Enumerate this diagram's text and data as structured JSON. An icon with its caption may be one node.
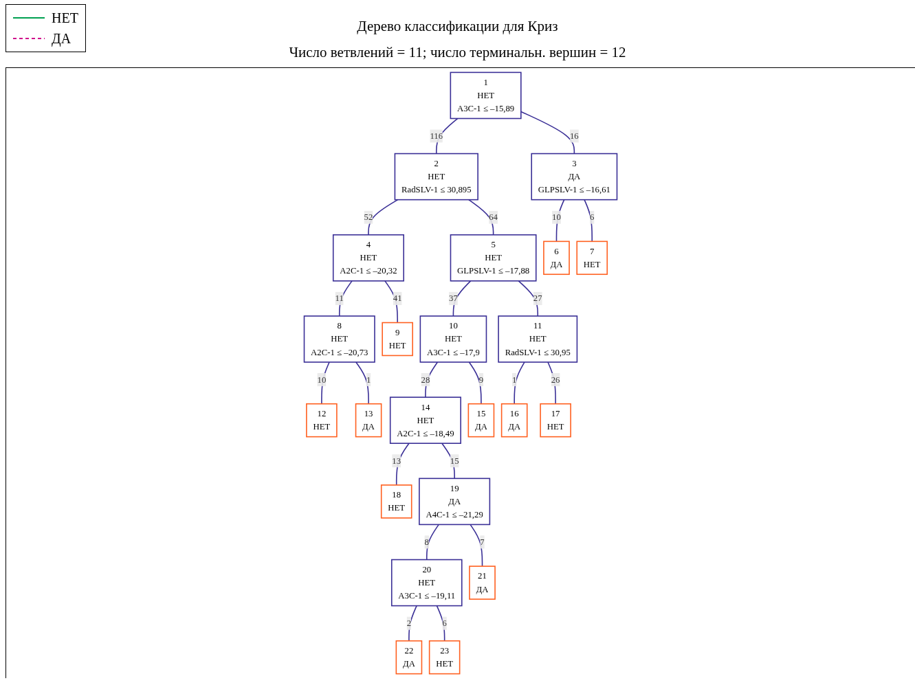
{
  "diagram": {
    "title": "Дерево классификации для Криз",
    "nodes": [
      {
        "text": [
          "1",
          "НЕТ",
          "A3C-1 ≤ –15,89"
        ]
      },
      {
        "text": [
          "2",
          "НЕТ",
          "RadSLV-1 ≤ 30,895"
        ]
      },
      {
        "text": [
          "3",
          "ДА",
          "GLPSLV-1 ≤ –16,61"
        ]
      },
      {
        "text": [
          "4",
          "НЕТ",
          "A2C-1 ≤ –20,32"
        ]
      },
      {
        "text": [
          "5",
          "НЕТ",
          "GLPSLV-1 ≤ –17,88"
        ]
      },
      {
        "text": [
          "6",
          "ДА"
        ]
      },
      {
        "text": [
          "7",
          "НЕТ"
        ]
      },
      {
        "text": [
          "8",
          "НЕТ",
          "A2C-1 ≤ –20,73"
        ]
      },
      {
        "text": [
          "9",
          "НЕТ"
        ]
      },
      {
        "text": [
          "10",
          "НЕТ",
          "A3C-1 ≤ –17,9"
        ]
      },
      {
        "text": [
          "11",
          "НЕТ",
          "RadSLV-1 ≤ 30,95"
        ]
      },
      {
        "text": [
          "12",
          "НЕТ"
        ]
      },
      {
        "text": [
          "13",
          "ДА"
        ]
      },
      {
        "text": [
          "14",
          "НЕТ",
          "A2C-1 ≤ –18,49"
        ]
      },
      {
        "text": [
          "15",
          "ДА"
        ]
      },
      {
        "text": [
          "16",
          "ДА"
        ]
      },
      {
        "text": [
          "17",
          "НЕТ"
        ]
      },
      {
        "text": [
          "18",
          "НЕТ"
        ]
      },
      {
        "text": [
          "19",
          "ДА",
          "A4C-1 ≤ –21,29"
        ]
      },
      {
        "text": [
          "20",
          "НЕТ",
          "A3C-1 ≤ –19,11"
        ]
      },
      {
        "text": [
          "21",
          "ДА"
        ]
      },
      {
        "text": [
          "22",
          "ДА"
        ]
      },
      {
        "text": [
          "23",
          "НЕТ"
        ]
      }
    ],
    "edges": [
      {
        "from": 0,
        "to": 1,
        "arrow": "none",
        "label": "116"
      },
      {
        "from": 0,
        "to": 2,
        "arrow": "none",
        "label": "16"
      },
      {
        "from": 1,
        "to": 3,
        "arrow": "none",
        "label": "52"
      },
      {
        "from": 1,
        "to": 4,
        "arrow": "none",
        "label": "64"
      },
      {
        "from": 2,
        "to": 5,
        "arrow": "none",
        "label": "10"
      },
      {
        "from": 2,
        "to": 6,
        "arrow": "none",
        "label": "6"
      },
      {
        "from": 3,
        "to": 7,
        "arrow": "none",
        "label": "11"
      },
      {
        "from": 3,
        "to": 8,
        "arrow": "none",
        "label": "41"
      },
      {
        "from": 4,
        "to": 9,
        "arrow": "none",
        "label": "37"
      },
      {
        "from": 4,
        "to": 10,
        "arrow": "none",
        "label": "27"
      },
      {
        "from": 7,
        "to": 11,
        "arrow": "none",
        "label": "10"
      },
      {
        "from": 7,
        "to": 12,
        "arrow": "none",
        "label": "1"
      },
      {
        "from": 9,
        "to": 13,
        "arrow": "none",
        "label": "28"
      },
      {
        "from": 9,
        "to": 14,
        "arrow": "none",
        "label": "9"
      },
      {
        "from": 10,
        "to": 15,
        "arrow": "none",
        "label": "1"
      },
      {
        "from": 10,
        "to": 16,
        "arrow": "none",
        "label": "26"
      },
      {
        "from": 13,
        "to": 17,
        "arrow": "none",
        "label": "13"
      },
      {
        "from": 13,
        "to": 18,
        "arrow": "none",
        "label": "15"
      },
      {
        "from": 18,
        "to": 19,
        "arrow": "none",
        "label": "8"
      },
      {
        "from": 18,
        "to": 20,
        "arrow": "none",
        "label": "7"
      },
      {
        "from": 19,
        "to": 21,
        "arrow": "none",
        "label": "2"
      },
      {
        "from": 19,
        "to": 22,
        "arrow": "none",
        "label": "6"
      }
    ],
    "labels": [
      "Число  ветвлений = 11; число терминальн. вершин = 12"
    ],
    "legend": [
      {
        "text": "НЕТ"
      },
      {
        "text": "ДА"
      }
    ]
  }
}
